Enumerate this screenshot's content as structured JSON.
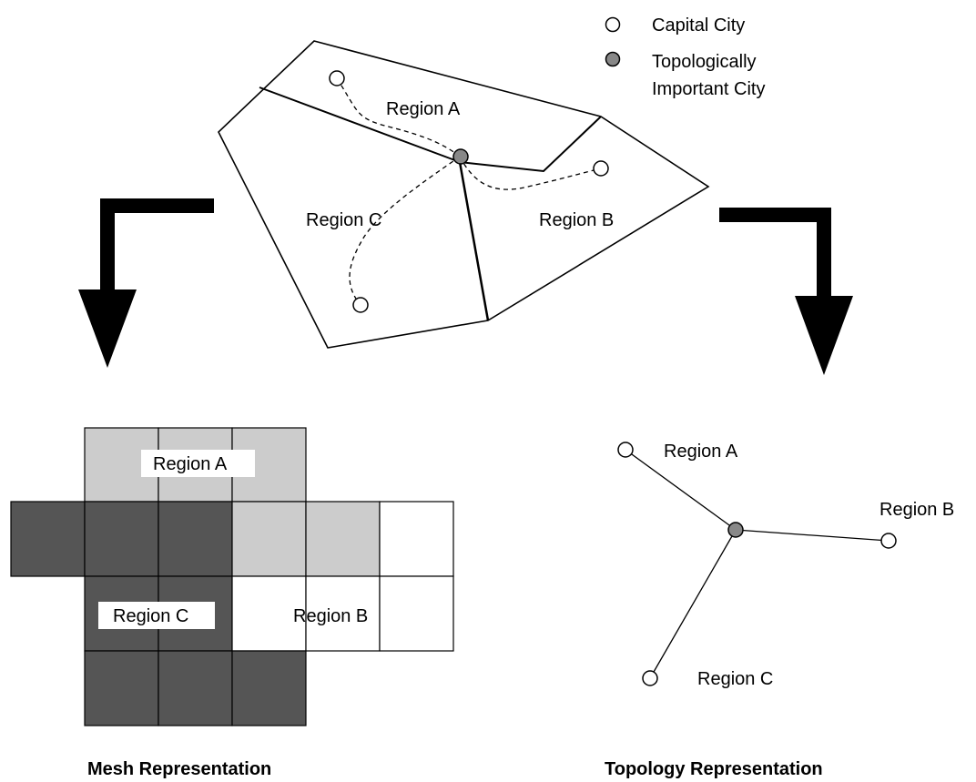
{
  "legend": {
    "capital": "Capital City",
    "important_line1": "Topologically",
    "important_line2": "Important City"
  },
  "map": {
    "region_a": "Region A",
    "region_b": "Region B",
    "region_c": "Region C"
  },
  "mesh": {
    "region_a": "Region A",
    "region_b": "Region B",
    "region_c": "Region C",
    "caption": "Mesh Representation"
  },
  "topology": {
    "region_a": "Region A",
    "region_b": "Region B",
    "region_c": "Region C",
    "caption": "Topology Representation"
  },
  "colors": {
    "region_a_fill": "#cccccc",
    "region_b_fill": "#ffffff",
    "region_c_fill": "#555555",
    "important_city": "#888888",
    "capital_city": "#ffffff"
  }
}
